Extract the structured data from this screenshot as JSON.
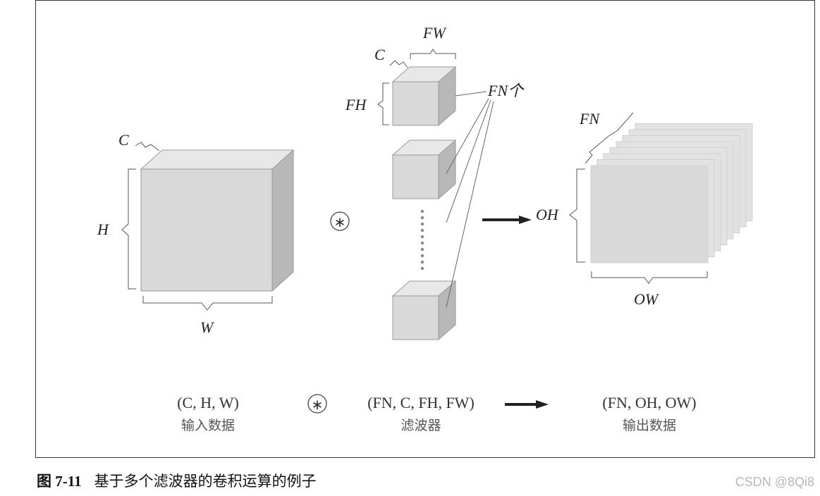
{
  "labels": {
    "input_c": "C",
    "input_h": "H",
    "input_w": "W",
    "filter_c": "C",
    "filter_fw": "FW",
    "filter_fh": "FH",
    "filter_count": "FN个",
    "output_fn": "FN",
    "output_oh": "OH",
    "output_ow": "OW"
  },
  "operator_symbol": "∗",
  "bottom": {
    "input_shape": "(C, H, W)",
    "input_name": "输入数据",
    "filter_shape": "(FN, C, FH, FW)",
    "filter_name": "滤波器",
    "output_shape": "(FN, OH, OW)",
    "output_name": "输出数据"
  },
  "caption": {
    "number": "图 7-11",
    "text": "基于多个滤波器的卷积运算的例子"
  },
  "watermark": "CSDN @8Qi8",
  "colors": {
    "box_front": "#d9d9d9",
    "box_top": "#e8e8e8",
    "box_side": "#b5b5b5",
    "line": "#444444"
  }
}
